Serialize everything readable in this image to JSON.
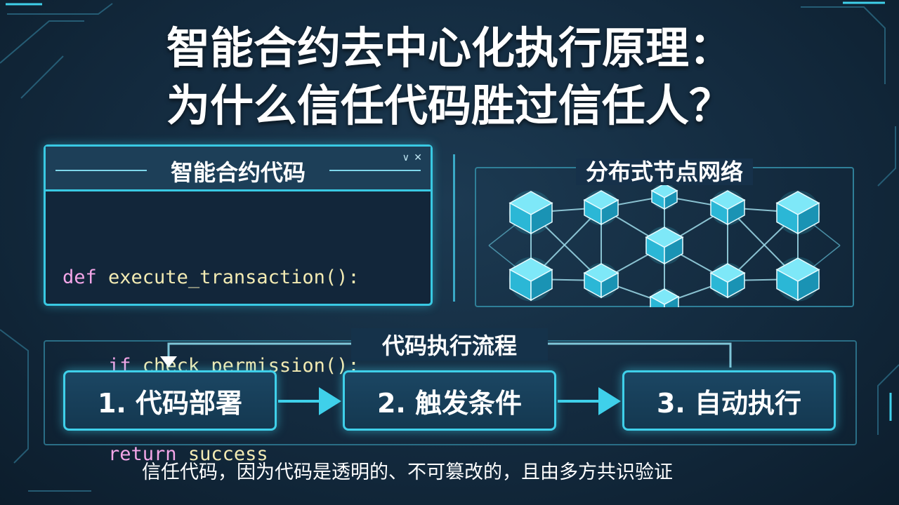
{
  "title": {
    "line1": "智能合约去中心化执行原理：",
    "line2": "为什么信任代码胜过信任人？"
  },
  "code_panel": {
    "title": "智能合约代码",
    "window_controls": [
      "chevron-down-icon",
      "close-icon"
    ],
    "lines": [
      {
        "keyword": "def",
        "rest": " execute_transaction():"
      },
      {
        "keyword": "    if",
        "rest": " check_permission():"
      },
      {
        "keyword": "    return",
        "rest": " success"
      }
    ]
  },
  "network_panel": {
    "title": "分布式节点网络",
    "node_count": 11
  },
  "flow": {
    "title": "代码执行流程",
    "steps": [
      "1. 代码部署",
      "2. 触发条件",
      "3. 自动执行"
    ]
  },
  "caption": "信任代码，因为代码是透明的、不可篡改的，且由多方共识验证",
  "colors": {
    "accent": "#3fd0ea",
    "keyword": "#f4a6e8",
    "code_text": "#f3ebb3",
    "background": "#132a3e"
  }
}
